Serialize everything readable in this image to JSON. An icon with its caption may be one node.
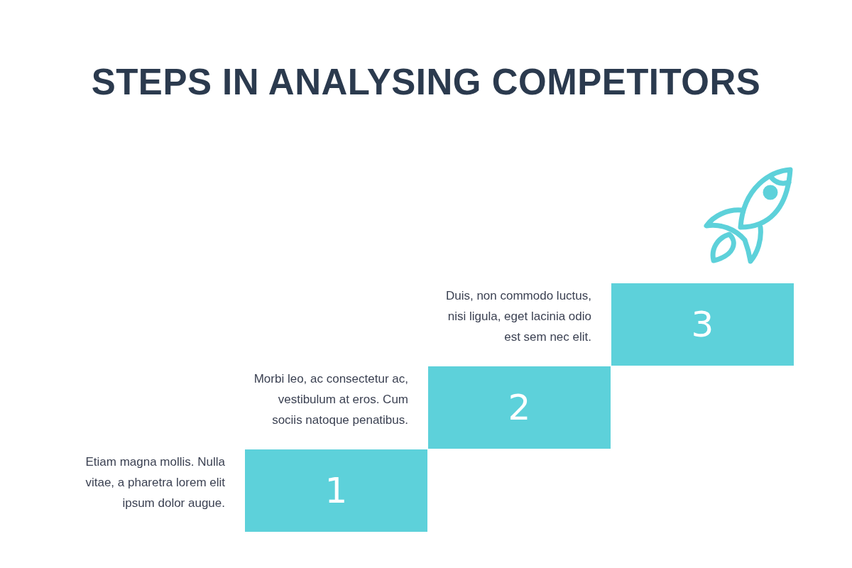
{
  "diagram": {
    "title": "STEPS IN ANALYSING COMPETITORS",
    "nodes": [
      {
        "text": [
          "1"
        ],
        "beside": [
          "Etiam magna mollis. Nulla vitae, a pharetra lorem elit ipsum dolor augue."
        ]
      },
      {
        "text": [
          "2"
        ],
        "beside": [
          "Morbi leo, ac consectetur ac, vestibulum at eros. Cum sociis natoque penatibus."
        ]
      },
      {
        "text": [
          "3"
        ],
        "beside": [
          "Duis, non commodo luctus, nisi ligula, eget lacinia odio est sem nec elit."
        ]
      }
    ]
  }
}
